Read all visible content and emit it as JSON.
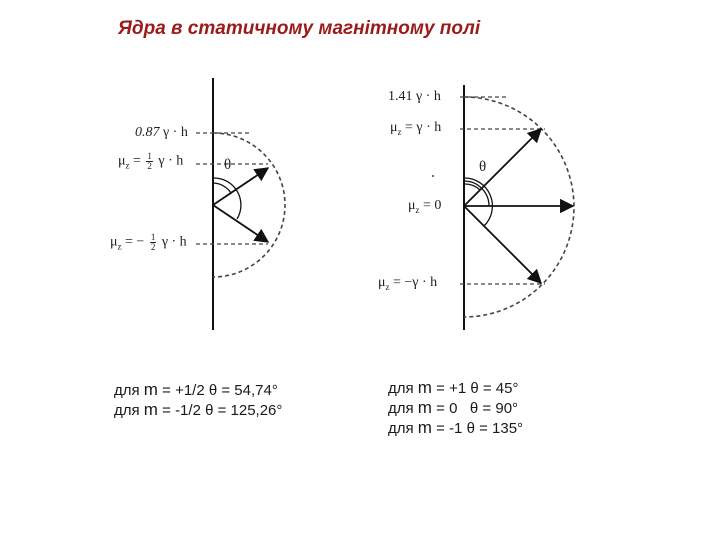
{
  "title": "Ядра в статичному магнітному полі",
  "left_diagram": {
    "labels": {
      "top_value": "0.87",
      "top_unit": "γ · h",
      "mu_half": "μ",
      "mu_half_sub": "z",
      "mu_half_eq": "=",
      "frac_num": "1",
      "frac_den": "2",
      "mu_half_unit": "γ · h",
      "mu_neg": "μ",
      "mu_neg_sub": "z",
      "mu_neg_eq": "= −",
      "mu_neg_unit": "γ · h",
      "theta": "θ"
    }
  },
  "right_diagram": {
    "labels": {
      "top_value": "1.41",
      "top_unit": "γ · h",
      "mu_one": "μ",
      "mu_one_sub": "z",
      "mu_one_eq": "= γ · h",
      "mu_zero": "μ",
      "mu_zero_sub": "z",
      "mu_zero_eq": "= 0",
      "mu_neg": "μ",
      "mu_neg_sub": "z",
      "mu_neg_eq": "= −γ · h",
      "theta": "θ"
    }
  },
  "captions_left": [
    {
      "prefix": "для ",
      "m": "m",
      "rest": " = +1/2  θ = 54,74°"
    },
    {
      "prefix": "для ",
      "m": "m",
      "rest": " = -1/2  θ = 125,26°"
    }
  ],
  "captions_right": [
    {
      "prefix": "для ",
      "m": "m",
      "rest": " = +1  θ = 45°"
    },
    {
      "prefix": "для ",
      "m": "m",
      "rest": " = 0   θ = 90°"
    },
    {
      "prefix": "для ",
      "m": "m",
      "rest": " = -1  θ = 135°"
    }
  ],
  "colors": {
    "title": "#9b1b1b",
    "lines": "#111111",
    "dashes": "#333333"
  }
}
